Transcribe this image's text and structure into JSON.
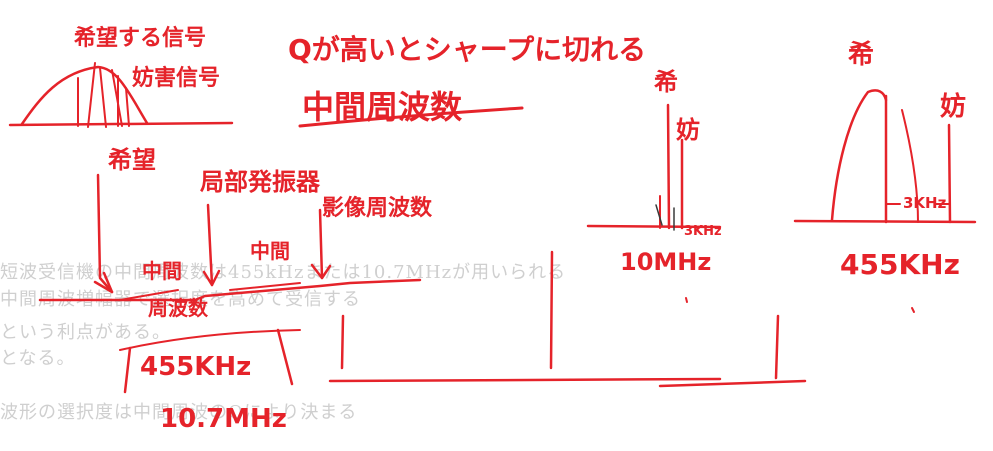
{
  "background_text": {
    "lines": [
      "短波受信機の中間周波数は455kHzまたは10.7MHzが用いられる",
      "中間周波増幅器で選択度を高めて受信する",
      "という利点がある。",
      "となる。",
      "波形の選択度は中間周波のQにより決まる"
    ]
  },
  "notes": {
    "title_q": "Qが高いとシャープに切れる",
    "desired_signal": "希望する信号",
    "interference_signal": "妨害信号",
    "if_frequency": "中間周波数",
    "desired": "希望",
    "local_oscillator": "局部発振器",
    "image_frequency": "影像周波数",
    "if_left": "中間",
    "if_mid": "中間",
    "frequency_word": "周波数",
    "freq_455": "455KHz",
    "freq_107": "10.7MHz",
    "center_desired": "希",
    "center_interference": "妨",
    "offset_center": "3KHz",
    "center_freq": "10MHz",
    "right_desired": "希",
    "right_interference": "妨",
    "offset_right": "3KHz",
    "right_freq": "455KHz"
  }
}
